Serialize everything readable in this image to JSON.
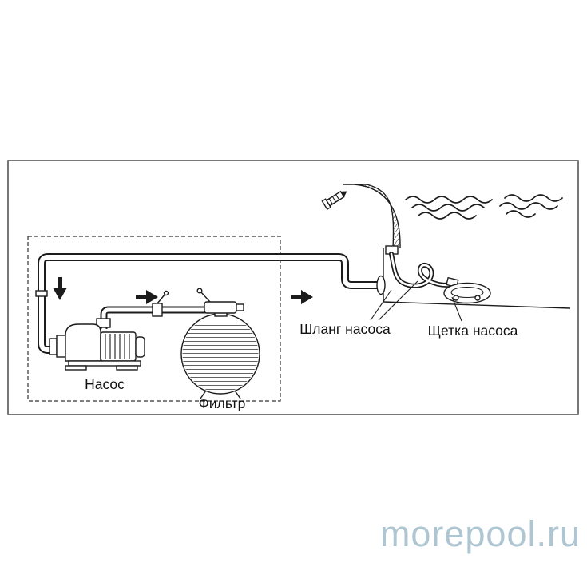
{
  "watermark": {
    "text": "morepool.ru",
    "color": "#aec5d2"
  },
  "diagram": {
    "title_none": "",
    "labels": {
      "pump": "Насос",
      "filter": "Фильтр",
      "hose": "Шланг насоса",
      "brush": "Щетка насоса"
    }
  },
  "colors": {
    "line": "#1c1c1c",
    "frame": "#4a4a4a",
    "watermark": "#aec5d2",
    "background": "#ffffff"
  }
}
